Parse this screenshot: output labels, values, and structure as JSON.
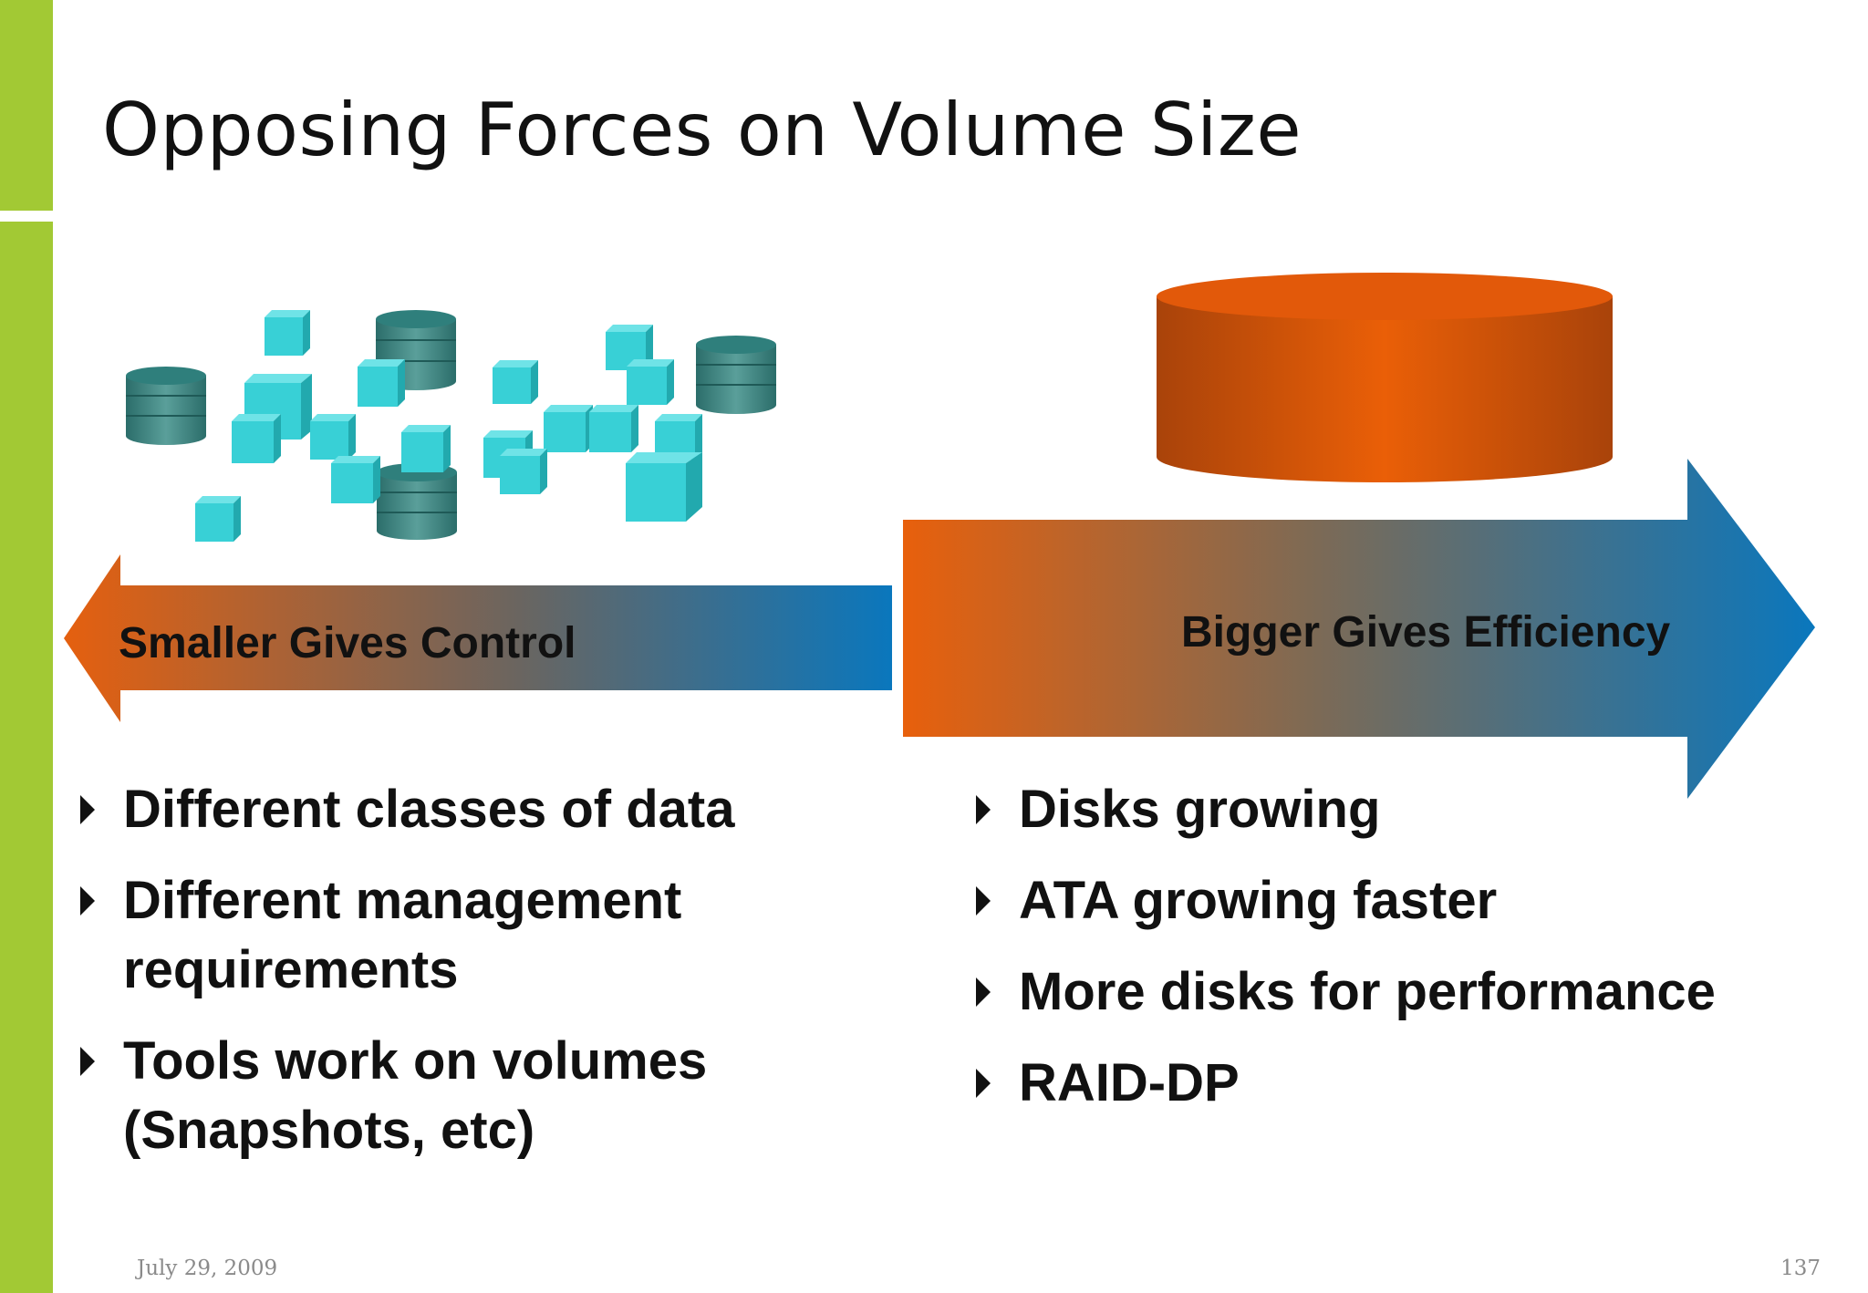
{
  "slide": {
    "title": "Opposing Forces on Volume Size",
    "accent_color": "#a2c934",
    "left": {
      "arrow_label": "Smaller Gives Control",
      "bullets": [
        "Different classes of data",
        "Different management requirements",
        "Tools work on volumes (Snapshots, etc)"
      ]
    },
    "right": {
      "arrow_label": "Bigger Gives Efficiency",
      "bullets": [
        "Disks growing",
        "ATA growing faster",
        "More disks for performance",
        "RAID-DP"
      ]
    },
    "gradient_colors": [
      "#e5600f",
      "#0a77bd"
    ],
    "small_volume_colors": [
      "#3ccfd6",
      "#2f7f7c"
    ],
    "big_volume_color": "#e35a0a",
    "footer": {
      "date": "July 29, 2009",
      "page_number": "137"
    }
  }
}
